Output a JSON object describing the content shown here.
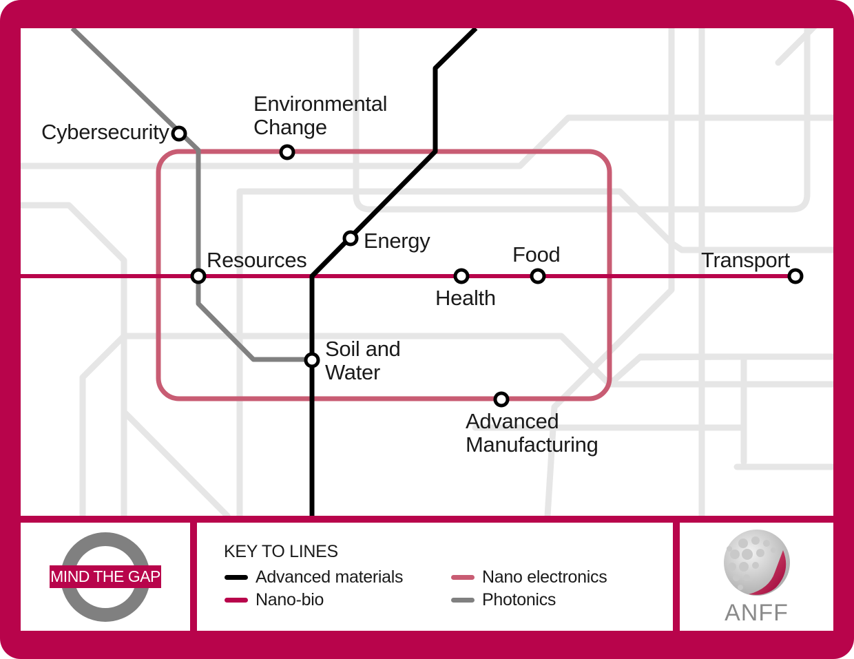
{
  "colors": {
    "frame": "#b8044b",
    "advanced_materials": "#000000",
    "nano_bio": "#b8044b",
    "nano_electronics": "#c85c73",
    "photonics": "#808080",
    "background_lines": "#e6e6e6"
  },
  "stations": {
    "cybersecurity": "Cybersecurity",
    "environmental_change_1": "Environmental",
    "environmental_change_2": "Change",
    "energy": "Energy",
    "resources": "Resources",
    "food": "Food",
    "transport": "Transport",
    "health": "Health",
    "soil_water_1": "Soil and",
    "soil_water_2": "Water",
    "advanced_manufacturing_1": "Advanced",
    "advanced_manufacturing_2": "Manufacturing"
  },
  "logo": {
    "text": "MIND THE GAP"
  },
  "key": {
    "title": "KEY TO LINES",
    "items": [
      {
        "label": "Advanced materials",
        "color": "#000000"
      },
      {
        "label": "Nano-bio",
        "color": "#b8044b"
      },
      {
        "label": "Nano electronics",
        "color": "#c85c73"
      },
      {
        "label": "Photonics",
        "color": "#808080"
      }
    ]
  },
  "anff": {
    "name": "ANFF",
    "icon": "anff-sphere-icon"
  }
}
